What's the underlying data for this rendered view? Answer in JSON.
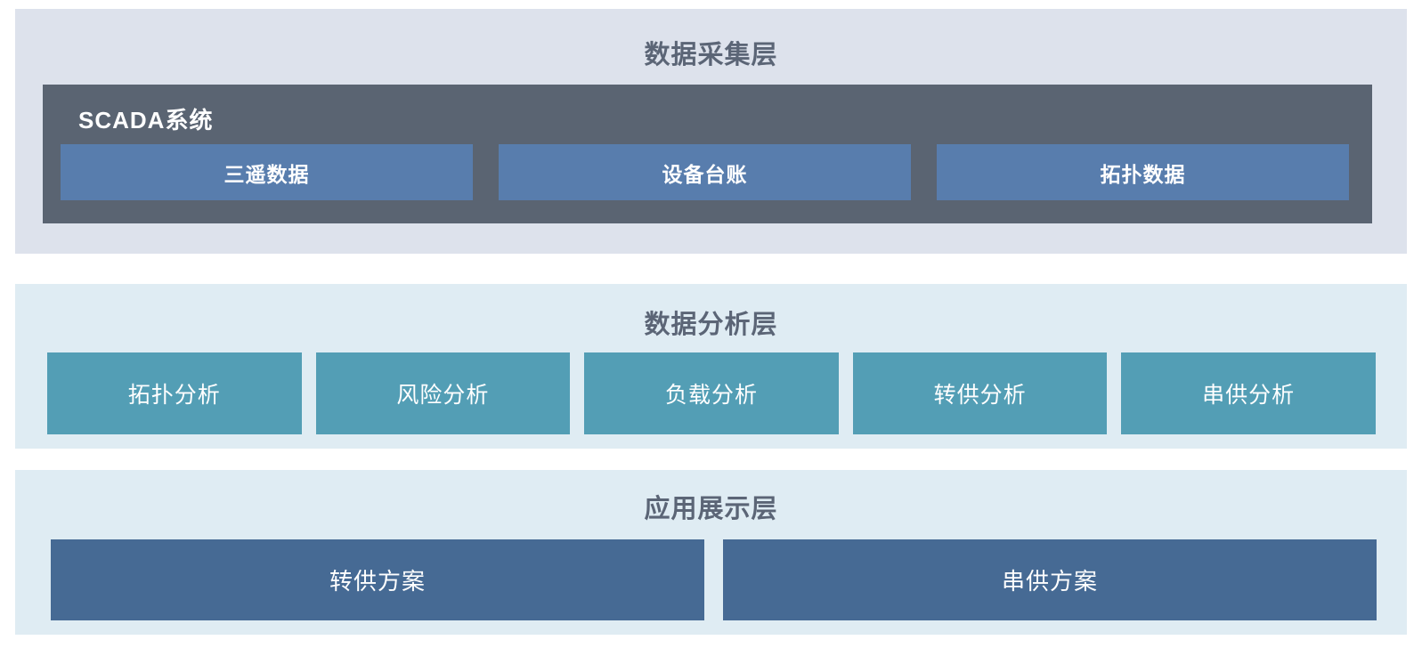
{
  "palette": {
    "page_background": "#ffffff",
    "collection_panel_background": "#dde2ec",
    "analysis_panel_background": "#dfecf3",
    "application_panel_background": "#dfecf3",
    "scada_container_background": "#5a6472",
    "scada_item_background": "#587dad",
    "analysis_item_background": "#539eb5",
    "application_item_background": "#466a94",
    "title_text": "#5b6576",
    "item_text": "#ffffff"
  },
  "layers": {
    "collection": {
      "title": "数据采集层",
      "scada": {
        "title": "SCADA系统",
        "items": [
          {
            "label": "三遥数据"
          },
          {
            "label": "设备台账"
          },
          {
            "label": "拓扑数据"
          }
        ]
      }
    },
    "analysis": {
      "title": "数据分析层",
      "items": [
        {
          "label": "拓扑分析"
        },
        {
          "label": "风险分析"
        },
        {
          "label": "负载分析"
        },
        {
          "label": "转供分析"
        },
        {
          "label": "串供分析"
        }
      ]
    },
    "application": {
      "title": "应用展示层",
      "items": [
        {
          "label": "转供方案"
        },
        {
          "label": "串供方案"
        }
      ]
    }
  }
}
